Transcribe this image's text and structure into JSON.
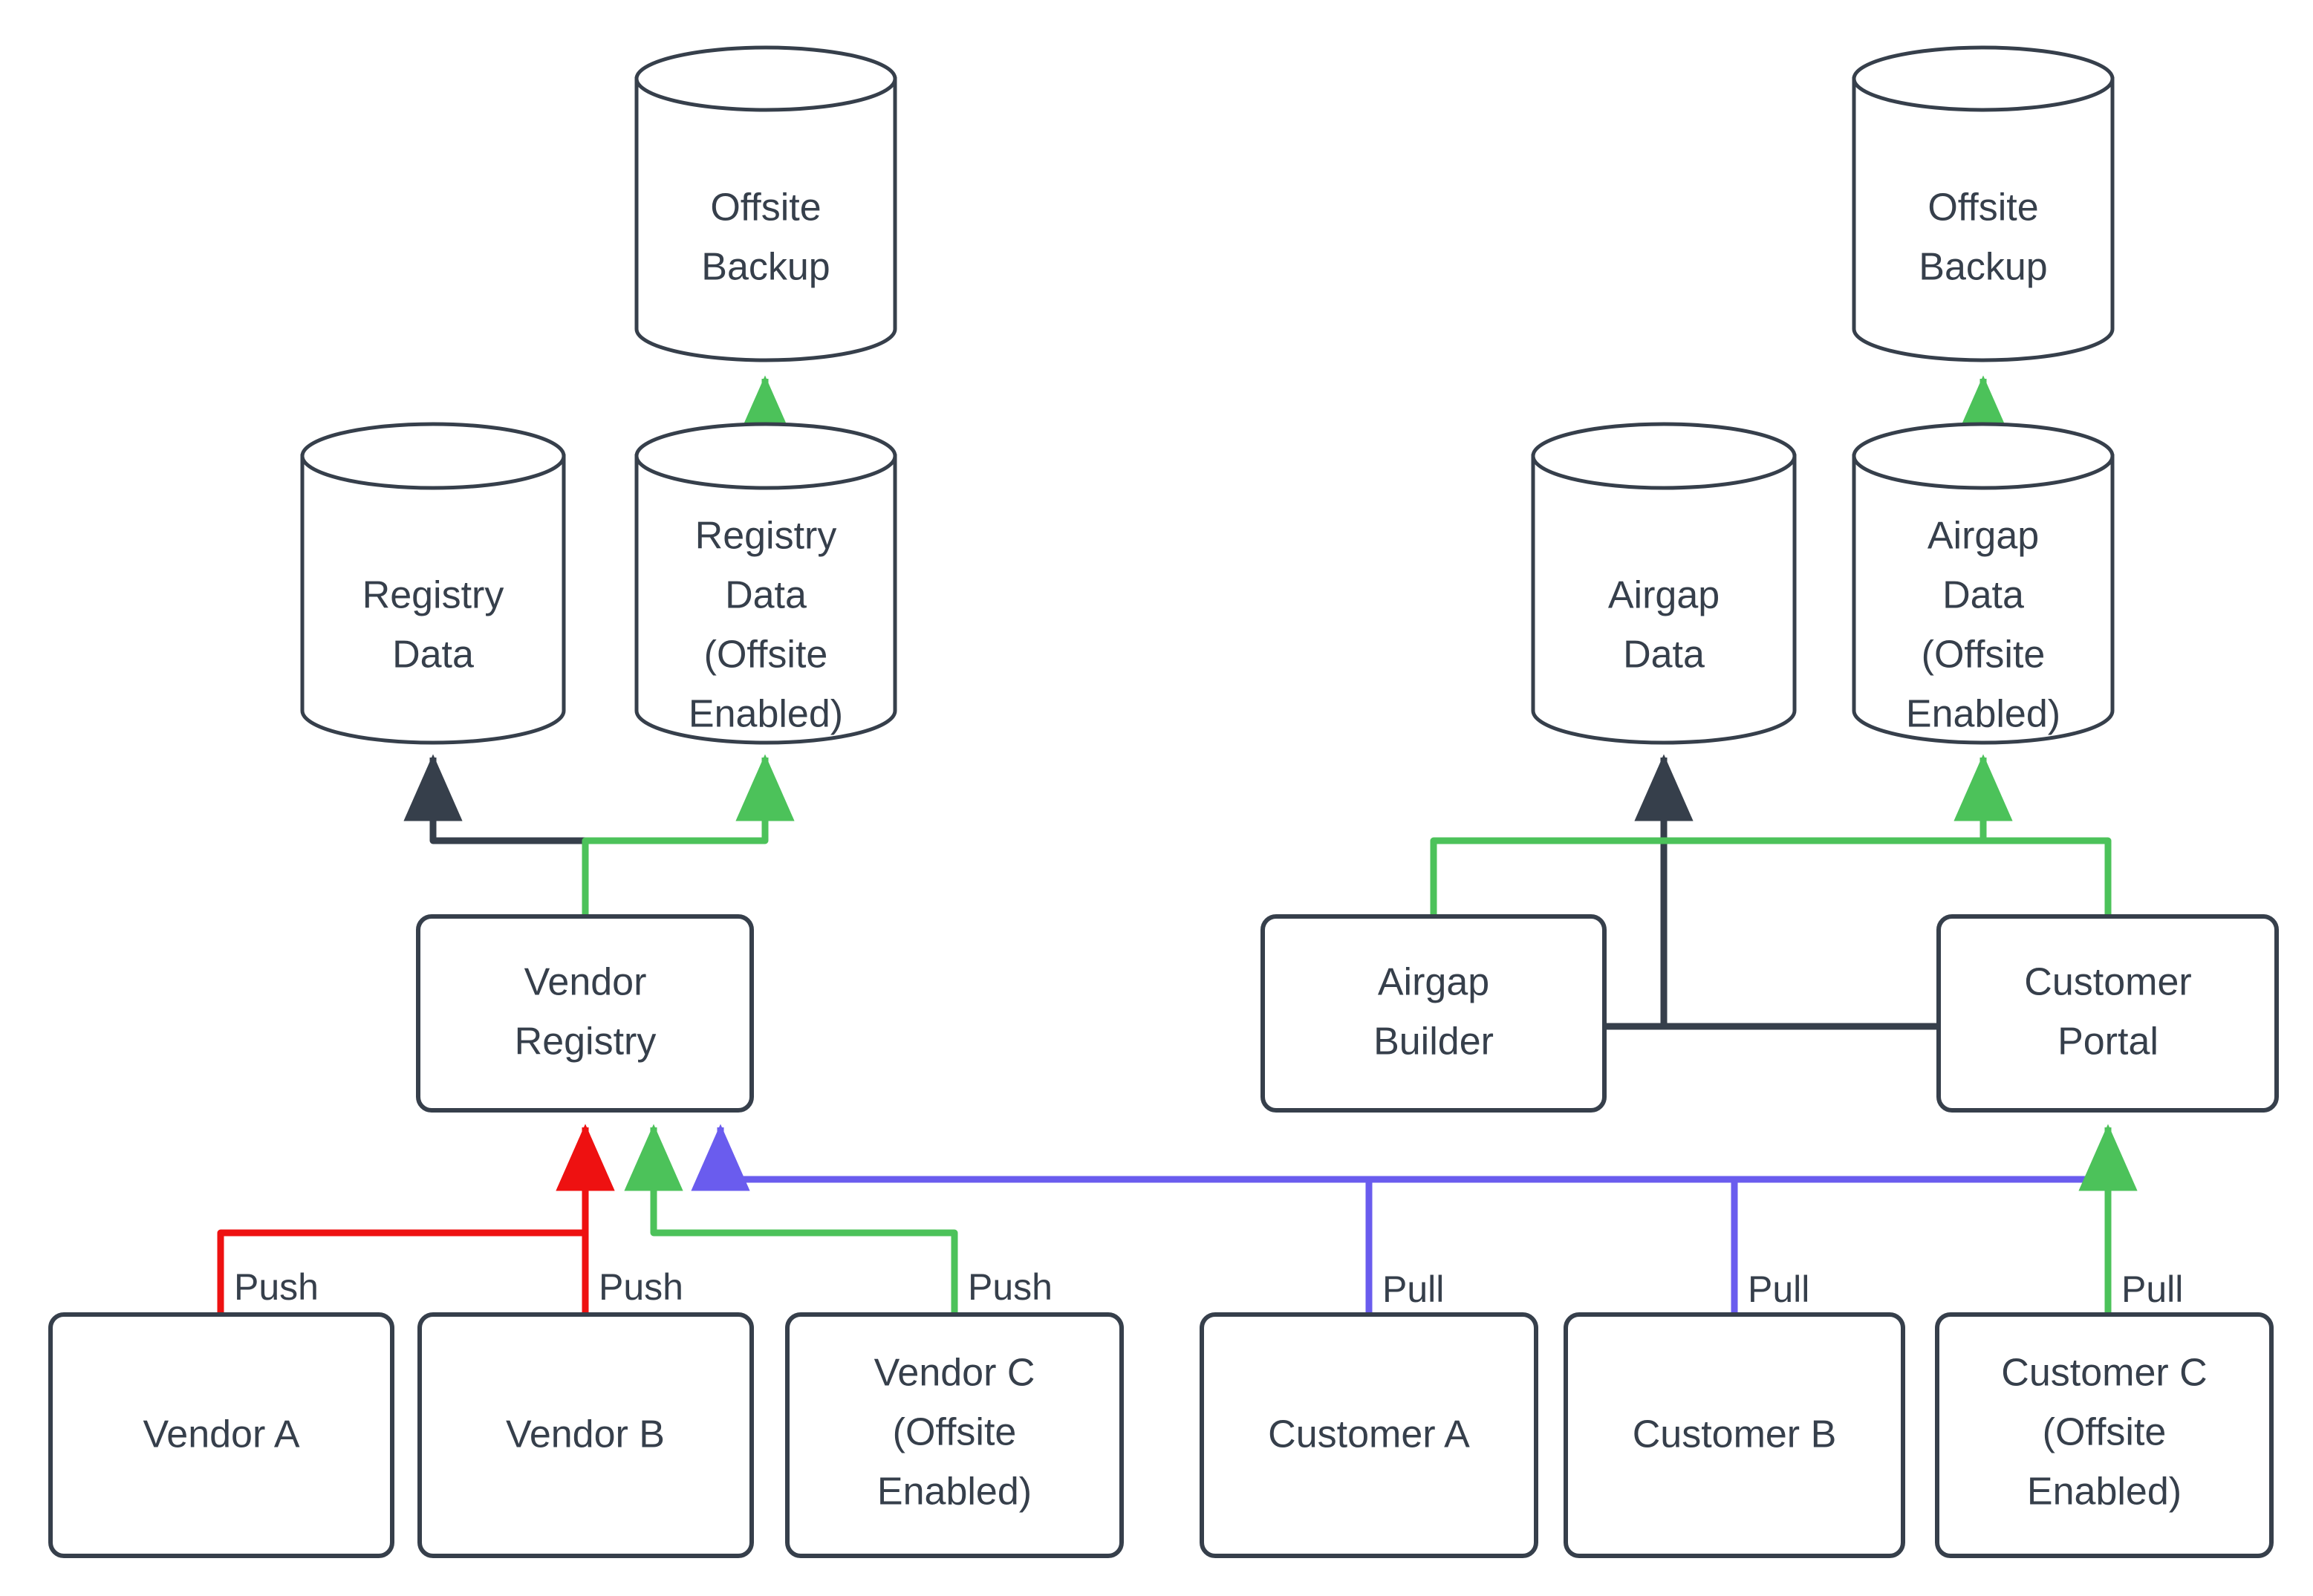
{
  "diagram": {
    "type": "flowchart",
    "title": "Vendor Registry and Customer Portal offsite backup data flow",
    "background": "#ffffff",
    "colors": {
      "node_stroke": "#363f4b",
      "node_fill": "#ffffff",
      "text": "#363f4b",
      "edge_default": "#363f4b",
      "edge_red": "#ee1111",
      "edge_green": "#4cc25a",
      "edge_blue": "#6a5cee"
    }
  },
  "nodes": {
    "offsite_backup_left": {
      "label": "Offsite Backup",
      "lines": [
        "Offsite",
        "Backup"
      ],
      "shape": "cylinder"
    },
    "offsite_backup_right": {
      "label": "Offsite Backup",
      "lines": [
        "Offsite",
        "Backup"
      ],
      "shape": "cylinder"
    },
    "registry_data": {
      "label": "Registry Data",
      "lines": [
        "Registry",
        "Data"
      ],
      "shape": "cylinder"
    },
    "registry_data_offsite": {
      "label": "Registry Data (Offsite Enabled)",
      "lines": [
        "Registry",
        "Data",
        "(Offsite",
        "Enabled)"
      ],
      "shape": "cylinder"
    },
    "airgap_data": {
      "label": "Airgap Data",
      "lines": [
        "Airgap",
        "Data"
      ],
      "shape": "cylinder"
    },
    "airgap_data_offsite": {
      "label": "Airgap Data (Offsite Enabled)",
      "lines": [
        "Airgap",
        "Data",
        "(Offsite",
        "Enabled)"
      ],
      "shape": "cylinder"
    },
    "vendor_registry": {
      "label": "Vendor Registry",
      "lines": [
        "Vendor",
        "Registry"
      ],
      "shape": "box"
    },
    "airgap_builder": {
      "label": "Airgap Builder",
      "lines": [
        "Airgap",
        "Builder"
      ],
      "shape": "box"
    },
    "customer_portal": {
      "label": "Customer Portal",
      "lines": [
        "Customer",
        "Portal"
      ],
      "shape": "box"
    },
    "vendor_a": {
      "label": "Vendor A",
      "lines": [
        "Vendor A"
      ],
      "shape": "box"
    },
    "vendor_b": {
      "label": "Vendor B",
      "lines": [
        "Vendor B"
      ],
      "shape": "box"
    },
    "vendor_c": {
      "label": "Vendor C (Offsite Enabled)",
      "lines": [
        "Vendor C",
        "(Offsite",
        "Enabled)"
      ],
      "shape": "box"
    },
    "customer_a": {
      "label": "Customer A",
      "lines": [
        "Customer A"
      ],
      "shape": "box"
    },
    "customer_b": {
      "label": "Customer B",
      "lines": [
        "Customer B"
      ],
      "shape": "box"
    },
    "customer_c": {
      "label": "Customer C (Offsite Enabled)",
      "lines": [
        "Customer C",
        "(Offsite",
        "Enabled)"
      ],
      "shape": "box"
    }
  },
  "edges": [
    {
      "id": "e1",
      "from": "registry_data_offsite",
      "to": "offsite_backup_left",
      "label": "",
      "color": "#4cc25a"
    },
    {
      "id": "e2",
      "from": "vendor_registry",
      "to": "registry_data",
      "label": "",
      "color": "#363f4b"
    },
    {
      "id": "e3",
      "from": "vendor_registry",
      "to": "registry_data_offsite",
      "label": "",
      "color": "#4cc25a"
    },
    {
      "id": "e4",
      "from": "vendor_a",
      "to": "vendor_registry",
      "label": "Push",
      "color": "#ee1111"
    },
    {
      "id": "e5",
      "from": "vendor_b",
      "to": "vendor_registry",
      "label": "Push",
      "color": "#ee1111"
    },
    {
      "id": "e6",
      "from": "vendor_c",
      "to": "vendor_registry",
      "label": "Push",
      "color": "#4cc25a"
    },
    {
      "id": "e7",
      "from": "customer_portal",
      "to": "vendor_registry",
      "label": "",
      "color": "#6a5cee"
    },
    {
      "id": "e8",
      "from": "airgap_data_offsite",
      "to": "offsite_backup_right",
      "label": "",
      "color": "#4cc25a"
    },
    {
      "id": "e9",
      "from": "customer_portal",
      "to": "airgap_data",
      "label": "",
      "color": "#363f4b"
    },
    {
      "id": "e10",
      "from": "airgap_builder",
      "to": "airgap_data_offsite",
      "label": "",
      "color": "#4cc25a"
    },
    {
      "id": "e11",
      "from": "customer_portal",
      "to": "airgap_data_offsite",
      "label": "",
      "color": "#4cc25a"
    },
    {
      "id": "e12",
      "from": "airgap_builder",
      "to": "customer_portal",
      "label": "",
      "color": "#363f4b"
    },
    {
      "id": "e13",
      "from": "customer_a",
      "to": "vendor_registry",
      "label": "Pull",
      "color": "#6a5cee"
    },
    {
      "id": "e14",
      "from": "customer_b",
      "to": "vendor_registry",
      "label": "Pull",
      "color": "#6a5cee"
    },
    {
      "id": "e15",
      "from": "customer_c",
      "to": "customer_portal",
      "label": "Pull",
      "color": "#4cc25a"
    }
  ],
  "edge_labels": {
    "push_vendor_a": "Push",
    "push_vendor_b": "Push",
    "push_vendor_c": "Push",
    "pull_customer_a": "Pull",
    "pull_customer_b": "Pull",
    "pull_customer_c": "Pull"
  }
}
